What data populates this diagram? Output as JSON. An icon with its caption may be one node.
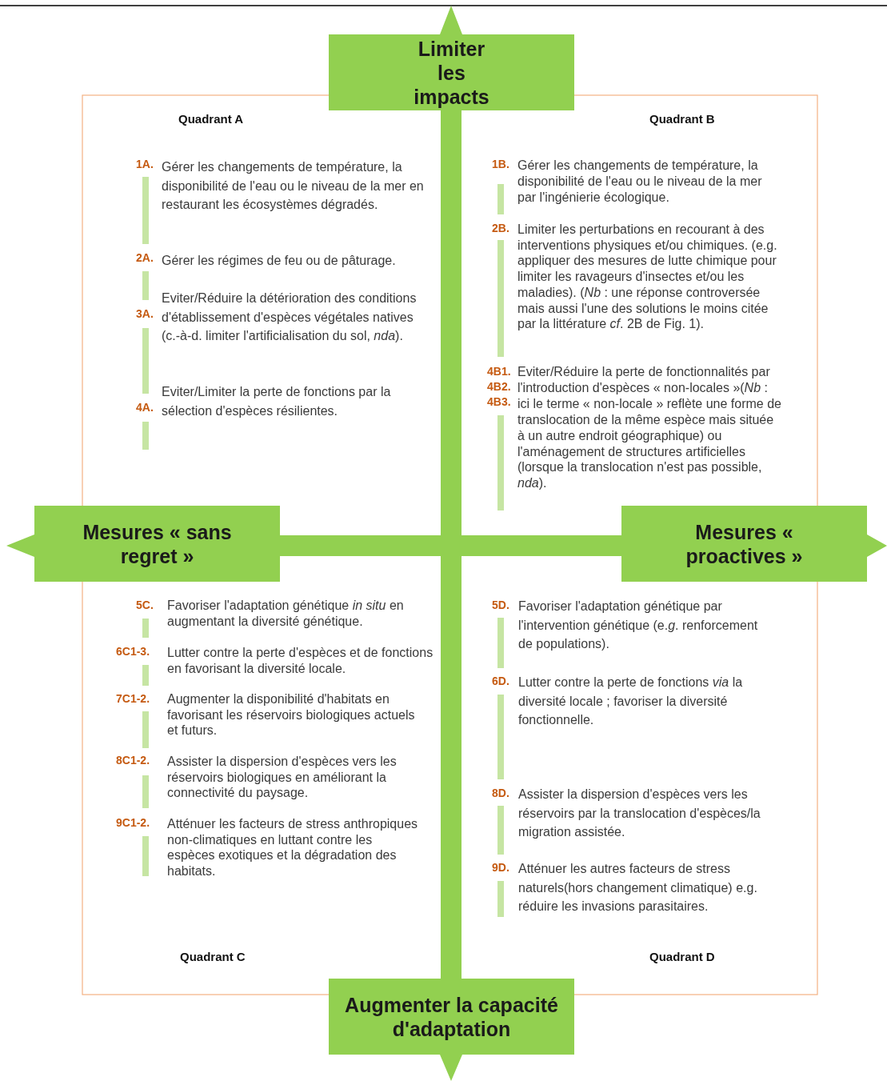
{
  "diagram": {
    "nodes": [
      {
        "text": [
          "Limiter les impacts"
        ]
      },
      {
        "text": [
          "Mesures « sans regret »"
        ]
      },
      {
        "text": [
          "Mesures « proactives »"
        ]
      },
      {
        "text": [
          "Augmenter la capacité d'adaptation"
        ]
      }
    ],
    "labels": [
      "Quadrant A",
      "Quadrant B",
      "1A.",
      "Gérer les changements de température, la disponibilité de l'eau ou le niveau de la mer en restaurant les écosystèmes dégradés.",
      "2A.",
      "Gérer les régimes de feu ou de pâturage.",
      "3A.",
      "Eviter/Réduire la détérioration des conditions d'établissement d'espèces végétales natives (c.-à-d. limiter l'artificialisation du sol, *nda*).",
      "4A.",
      "Eviter/Limiter la perte de fonctions par la sélection d'espèces résilientes.",
      "1B.",
      "Gérer les changements de température, la disponibilité de l'eau ou le niveau de la mer par l'ingénierie écologique.",
      "2B.",
      "Limiter les perturbations en recourant à des interventions physiques et/ou chimiques. (e.g. appliquer des mesures de lutte chimique pour limiter les ravageurs d'insectes et/ou les maladies). (*Nb* : une réponse controversée mais aussi l'une des solutions le moins citée par la littérature *cf*. 2B de Fig. 1).",
      "4B1.",
      "4B2.",
      "4B3.",
      "Eviter/Réduire la perte de fonctionnalités par l'introduction d'espèces « non-locales »(*Nb* : ici le terme « non-locale » reflète une forme de translocation de la même espèce mais située à un autre endroit géographique) ou l'aménagement de structures artificielles (lorsque la translocation n'est pas possible, *nda*).",
      "5C.",
      "Favoriser l'adaptation génétique *in situ* en augmentant la diversité génétique.",
      "6C1-3.",
      "Lutter contre la perte d'espèces et de fonctions en favorisant la diversité locale.",
      "7C1-2.",
      "Augmenter la disponibilité d'habitats en favorisant les réservoirs biologiques actuels et futurs.",
      "8C1-2.",
      "Assister la dispersion d'espèces vers les réservoirs biologiques en améliorant la connectivité du paysage.",
      "9C1-2.",
      "Atténuer les facteurs de stress anthropiques non-climatiques en luttant contre les espèces exotiques et la dégradation des habitats.",
      "5D.",
      "Favoriser l'adaptation génétique par l'intervention génétique (e.*g*. renforcement de populations).",
      "6D.",
      "Lutter contre la perte de fonctions *via* la diversité locale ; favoriser la diversité fonctionnelle.",
      "8D.",
      "Assister la dispersion d'espèces vers les réservoirs par la translocation d'espèces/la migration assistée.",
      "9D.",
      "Atténuer les autres facteurs de stress naturels(hors changement climatique) e.g. réduire les invasions parasitaires.",
      "Quadrant C",
      "Quadrant D"
    ]
  }
}
